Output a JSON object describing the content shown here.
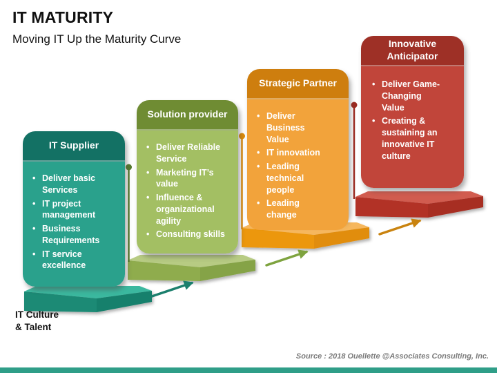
{
  "slide": {
    "title": "IT MATURITY",
    "subtitle": "Moving IT Up the Maturity Curve",
    "source": "Source : 2018 Ouellette @Associates Consulting, Inc.",
    "base_label": "IT Culture\n& Talent"
  },
  "stages": [
    {
      "name": "IT Supplier",
      "bullets": [
        "Deliver basic Services",
        "IT project management",
        "Business Requirements",
        "IT service excellence"
      ],
      "header_color": "#137164",
      "body_color": "#2aa18c",
      "platform": {
        "top": "#3bb89f",
        "front": "#1f8a75",
        "side": "#17806c"
      }
    },
    {
      "name": "Solution provider",
      "bullets": [
        "Deliver Reliable Service",
        "Marketing IT’s value",
        "Influence & organizational agility",
        "Consulting skills"
      ],
      "header_color": "#6f8c33",
      "body_color": "#a3bf63",
      "platform": {
        "top": "#b7cb83",
        "front": "#8fac4e",
        "side": "#85a346"
      }
    },
    {
      "name": "Strategic Partner",
      "bullets": [
        "Deliver Business Value",
        "IT innovation",
        "Leading technical people",
        "Leading change"
      ],
      "header_color": "#ce7e0e",
      "body_color": "#f2a33b",
      "platform": {
        "top": "#f6b75d",
        "front": "#ec970f",
        "side": "#e18d0e"
      }
    },
    {
      "name": "Innovative Anticipator",
      "bullets": [
        "Deliver Game-Changing Value",
        "Creating & sustaining an innovative IT culture"
      ],
      "header_color": "#9e3026",
      "body_color": "#c1453a",
      "platform": {
        "top": "#d15c4f",
        "front": "#b23228",
        "side": "#a72d24"
      }
    }
  ],
  "connectors": {
    "arrow_colors": [
      "#1b7f6d",
      "#7ea33f",
      "#c9830f"
    ],
    "pin_colors": [
      "#567a2e",
      "#dd8b0a",
      "#9c2a20"
    ]
  },
  "footer_bar_color": "#2f9e88"
}
